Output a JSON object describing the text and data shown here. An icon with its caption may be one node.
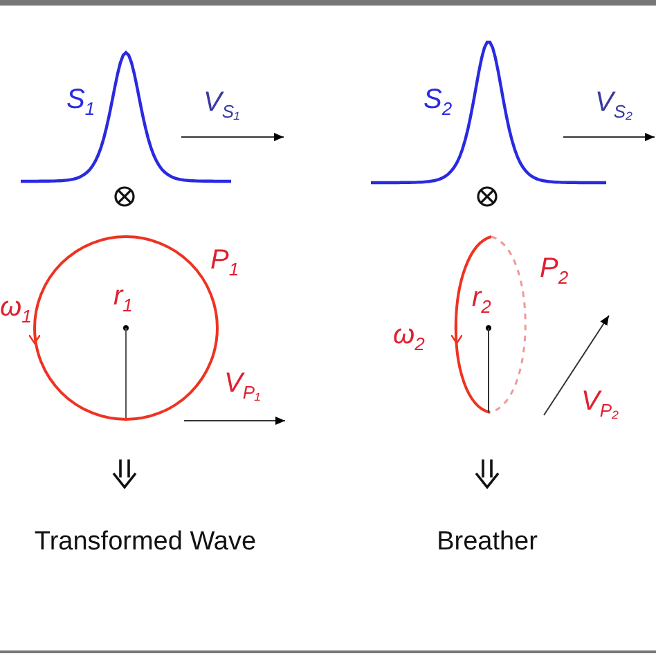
{
  "diagram": {
    "labels": [
      "S$_{1}$",
      "V$_{S₁}$",
      "S$_{2}$",
      "V$_{S₂}$",
      "P$_{1}$",
      "P$_{2}$",
      "r$_{1}$",
      "r$_{2}$",
      "ω$_{1}$",
      "ω$_{2}$",
      "V$_{P₁}$",
      "V$_{P₂}$",
      "Transformed Wave",
      "Breather"
    ]
  }
}
